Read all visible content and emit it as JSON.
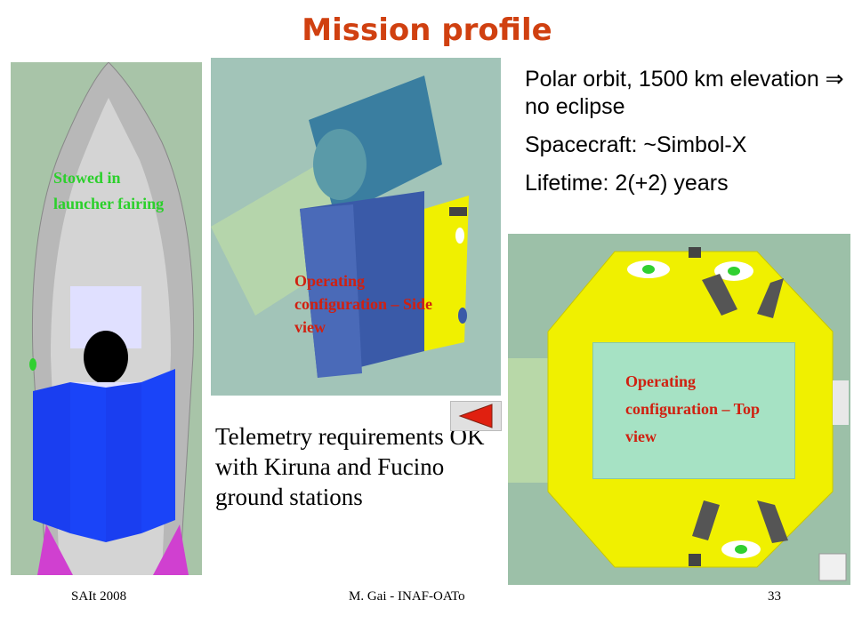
{
  "slide": {
    "title": "Mission profile",
    "bullets": [
      "Polar orbit, 1500 km elevation ⇒ no eclipse",
      "Spacecraft: ~Simbol-X",
      "Lifetime: 2(+2) years"
    ],
    "telemetry_text": "Telemetry requirements OK with Kiruna and Fucino ground stations",
    "images": {
      "stowed_label": "Stowed in launcher fairing",
      "side_label": "Operating configuration – Side view",
      "top_label": "Operating configuration – Top view"
    },
    "footer": {
      "left": "SAIt 2008",
      "center": "M. Gai - INAF-OATo",
      "page": "33"
    },
    "nav": {
      "back_icon": "back-arrow-icon"
    }
  },
  "colors": {
    "title": "#d04010",
    "green_label": "#2bd02b",
    "red_label": "#d02010",
    "spacecraft_yellow": "#f0f000",
    "panel_blue": "#1a3ef0",
    "fairing_gray": "#b8b8b8"
  }
}
